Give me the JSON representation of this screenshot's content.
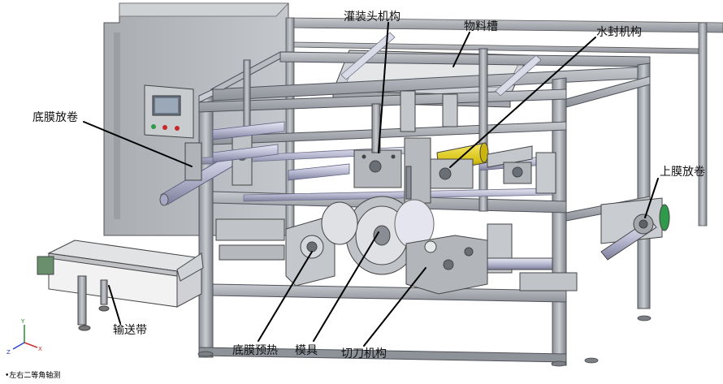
{
  "labels": {
    "filling_head": "灌装头机构",
    "material_trough": "物料槽",
    "water_seal": "水封机构",
    "bottom_film_unwind": "底膜放卷",
    "top_film_unwind": "上膜放卷",
    "conveyor": "输送带",
    "bottom_film_preheat": "底膜预热",
    "mold": "模具",
    "cutter": "切刀机构"
  },
  "view_caption": "•左右二等角轴测",
  "axis_triad": {
    "x": "X",
    "y": "Y",
    "z": "Z"
  },
  "colors": {
    "frame": "#a9aeb4",
    "frame_dark": "#6e737a",
    "cabinet": "#b9bcc0",
    "roller": "#c8c9df",
    "yellow_roll": "#e6d21c",
    "green_motor": "#2e9a4a",
    "leader": "#000000"
  }
}
